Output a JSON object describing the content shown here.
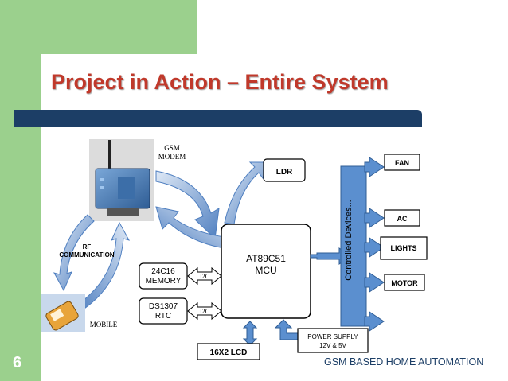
{
  "slide": {
    "title": "Project in Action – Entire System",
    "number": "6",
    "footer": "GSM BASED HOME AUTOMATION"
  },
  "diagram": {
    "gsm_modem_label_1": "GSM",
    "gsm_modem_label_2": "MODEM",
    "rf_label_1": "RF",
    "rf_label_2": "COMMUNICATION",
    "mobile_label": "MOBILE",
    "ldr": "LDR",
    "mcu_1": "AT89C51",
    "mcu_2": "MCU",
    "memory_1": "24C16",
    "memory_2": "MEMORY",
    "rtc_1": "DS1307",
    "rtc_2": "RTC",
    "i2c_1": "I2C",
    "i2c_2": "I2C",
    "lcd": "16X2 LCD",
    "power_1": "POWER SUPPLY",
    "power_2": "12V & 5V",
    "controlled_devices": "Controlled Devices...",
    "fan": "FAN",
    "ac": "AC",
    "lights": "LIGHTS",
    "motor": "MOTOR"
  },
  "colors": {
    "title": "#c0392b",
    "accent_green": "#9bd08d",
    "navy": "#1c3e66",
    "arrow_blue": "#5b8fcf"
  }
}
